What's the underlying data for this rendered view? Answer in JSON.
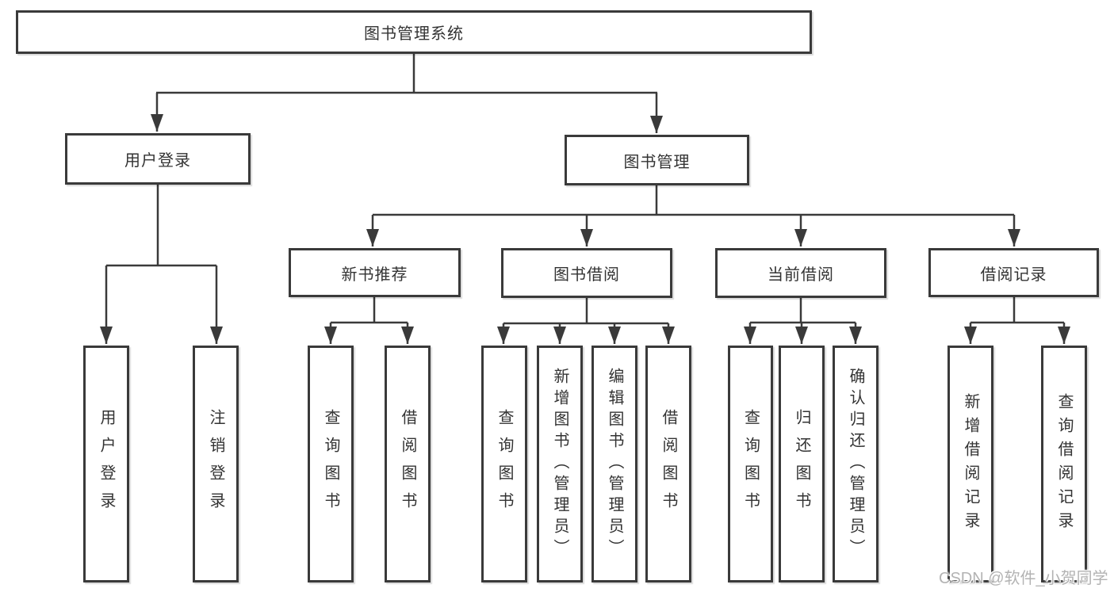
{
  "colors": {
    "line": "#3a3a3a",
    "border": "#3a3a3a",
    "box_fill": "#ffffff",
    "text": "#333333",
    "watermark_text": "#b3b3b3",
    "background": "#ffffff"
  },
  "nodes": {
    "root": {
      "label": "图书管理系统"
    },
    "user_login": {
      "label": "用户登录"
    },
    "book_management": {
      "label": "图书管理"
    },
    "new_book_recommend": {
      "label": "新书推荐"
    },
    "book_borrow": {
      "label": "图书借阅"
    },
    "current_borrow": {
      "label": "当前借阅"
    },
    "borrow_records": {
      "label": "借阅记录"
    },
    "leaf_user_login": {
      "label": "用户登录"
    },
    "leaf_logout": {
      "label": "注销登录"
    },
    "leaf_query_book_1": {
      "label": "查询图书"
    },
    "leaf_borrow_book_1": {
      "label": "借阅图书"
    },
    "leaf_query_book_2": {
      "label": "查询图书"
    },
    "leaf_add_book": {
      "label": "新增图书（管理员）"
    },
    "leaf_edit_book": {
      "label": "编辑图书（管理员）"
    },
    "leaf_borrow_book_2": {
      "label": "借阅图书"
    },
    "leaf_query_book_3": {
      "label": "查询图书"
    },
    "leaf_return_book": {
      "label": "归还图书"
    },
    "leaf_confirm_return": {
      "label": "确认归还（管理员）"
    },
    "leaf_add_borrow_record": {
      "label": "新增借阅记录"
    },
    "leaf_query_borrow_record": {
      "label": "查询借阅记录"
    }
  },
  "watermark": {
    "label": "CSDN @软件_小贺同学"
  }
}
